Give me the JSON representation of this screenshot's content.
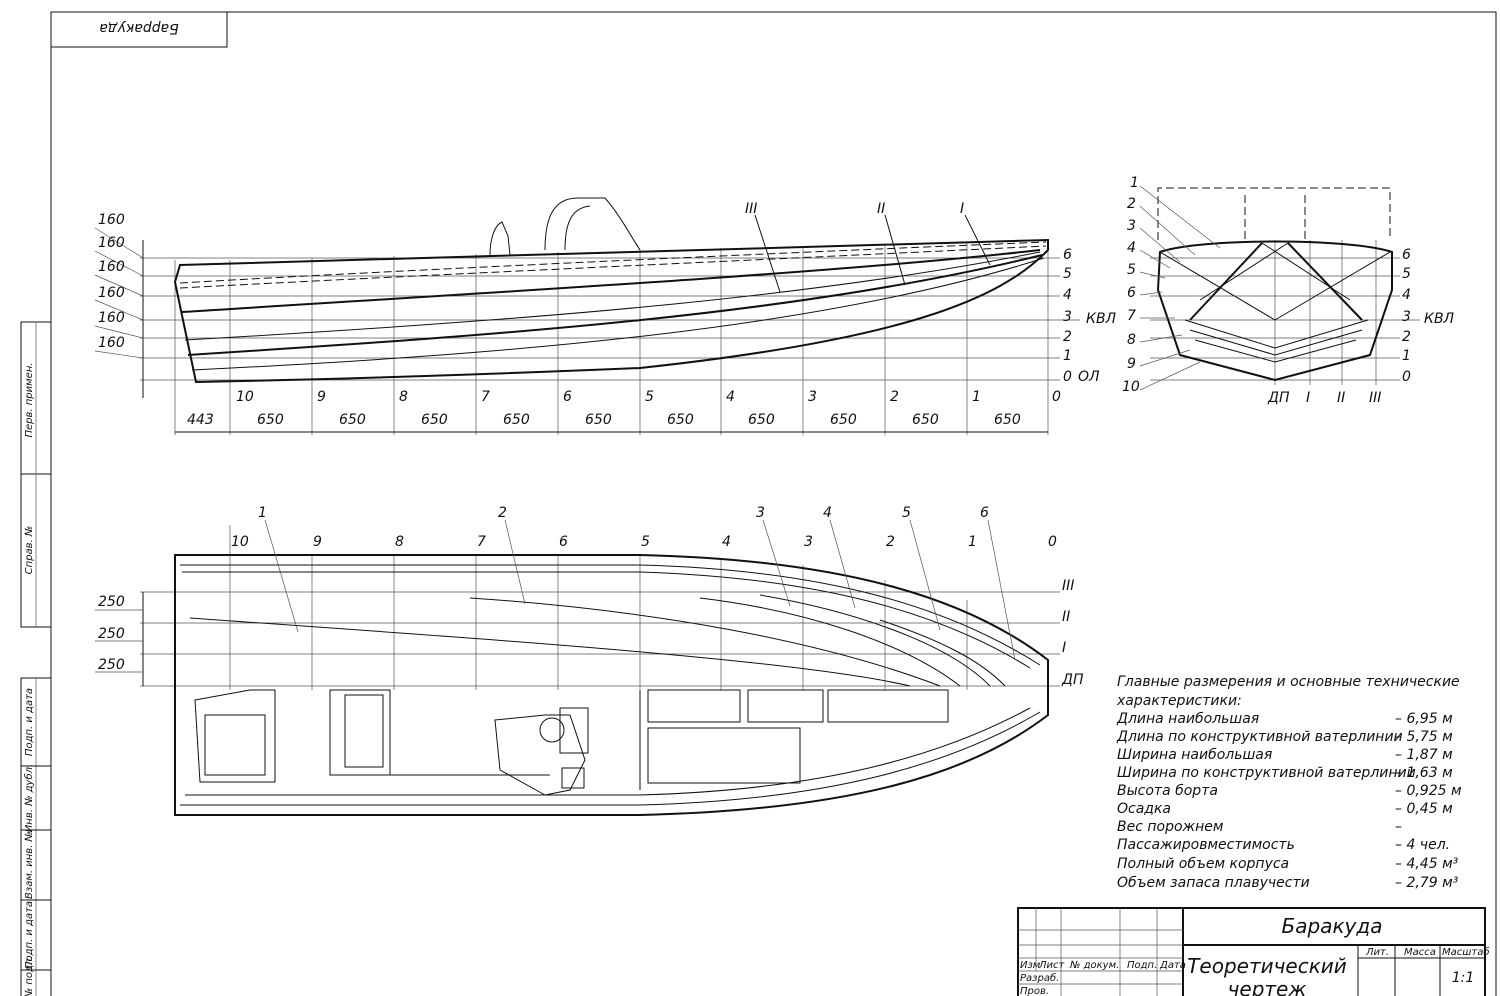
{
  "title_stamp": "Барракуда",
  "profile_view": {
    "waterline_labels": [
      "6",
      "5",
      "4",
      "3",
      "2",
      "1",
      "0"
    ],
    "kvl_label": "КВЛ",
    "ol_label": "ОЛ",
    "height_dims": [
      "160",
      "160",
      "160",
      "160",
      "160",
      "160"
    ],
    "station_labels": [
      "10",
      "9",
      "8",
      "7",
      "6",
      "5",
      "4",
      "3",
      "2",
      "1",
      "0"
    ],
    "length_dims": [
      "443",
      "650",
      "650",
      "650",
      "650",
      "650",
      "650",
      "650",
      "650",
      "650",
      "650"
    ],
    "buttock_labels": [
      "III",
      "II",
      "I"
    ]
  },
  "body_plan": {
    "left_labels": [
      "1",
      "2",
      "3",
      "4",
      "5",
      "6",
      "7",
      "8",
      "9",
      "10"
    ],
    "right_labels": [
      "6",
      "5",
      "4",
      "3",
      "2",
      "1",
      "0"
    ],
    "kvl_label": "КВЛ",
    "bottom_labels": [
      "ДП",
      "I",
      "II",
      "III"
    ]
  },
  "plan_view": {
    "station_labels": [
      "10",
      "9",
      "8",
      "7",
      "6",
      "5",
      "4",
      "3",
      "2",
      "1",
      "0"
    ],
    "waterline_callouts": [
      "1",
      "2",
      "3",
      "4",
      "5",
      "6"
    ],
    "buttock_labels": [
      "III",
      "II",
      "I",
      "ДП"
    ],
    "width_dims": [
      "250",
      "250",
      "250"
    ]
  },
  "specs": {
    "heading_1": "Главные размерения и основные технические",
    "heading_2": "характеристики:",
    "rows": [
      {
        "name": "Длина наибольшая",
        "value": "– 6,95 м"
      },
      {
        "name": "Длина по конструктивной ватерлинии",
        "value": "– 5,75 м"
      },
      {
        "name": "Ширина наибольшая",
        "value": "– 1,87 м"
      },
      {
        "name": "Ширина по конструктивной ватерлинии",
        "value": "– 1,63 м"
      },
      {
        "name": "Высота борта",
        "value": "– 0,925 м"
      },
      {
        "name": "Осадка",
        "value": "– 0,45 м"
      },
      {
        "name": "Вес порожнем",
        "value": "–"
      },
      {
        "name": "Пассажировместимость",
        "value": "– 4 чел."
      },
      {
        "name": "Полный объем корпуса",
        "value": "– 4,45 м³"
      },
      {
        "name": "Объем запаса плавучести",
        "value": "– 2,79 м³"
      }
    ]
  },
  "side_stamp": [
    "Перв. примен.",
    "Справ. №",
    "Подп. и дата",
    "Инв. № дубл.",
    "Взам. инв. №",
    "Подп. и дата",
    "Инв. № подл."
  ],
  "title_block": {
    "name": "Баракуда",
    "doc_title_1": "Теоретический",
    "doc_title_2": "чертеж",
    "col_headers": [
      "Изм",
      "Лист",
      "№ докум.",
      "Подп.",
      "Дата"
    ],
    "rows": [
      "Разраб.",
      "Пров."
    ],
    "right_headers": [
      "Лит.",
      "Масса",
      "Масштаб"
    ],
    "scale": "1:1"
  }
}
